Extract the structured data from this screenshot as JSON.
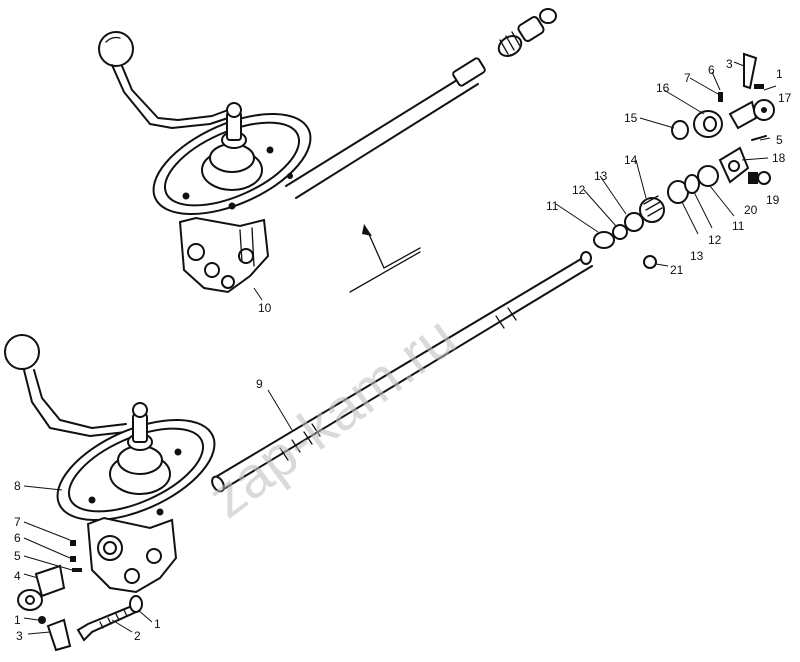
{
  "watermark": "zap-kam.ru",
  "corner_mark": "",
  "callouts": [
    {
      "id": "c1a",
      "text": "1"
    },
    {
      "id": "c1b",
      "text": "1"
    },
    {
      "id": "c1c",
      "text": "1"
    },
    {
      "id": "c2",
      "text": "2"
    },
    {
      "id": "c3a",
      "text": "3"
    },
    {
      "id": "c3b",
      "text": "3"
    },
    {
      "id": "c4",
      "text": "4"
    },
    {
      "id": "c5a",
      "text": "5"
    },
    {
      "id": "c5b",
      "text": "5"
    },
    {
      "id": "c6a",
      "text": "6"
    },
    {
      "id": "c6b",
      "text": "6"
    },
    {
      "id": "c7a",
      "text": "7"
    },
    {
      "id": "c7b",
      "text": "7"
    },
    {
      "id": "c8",
      "text": "8"
    },
    {
      "id": "c9",
      "text": "9"
    },
    {
      "id": "c10",
      "text": "10"
    },
    {
      "id": "c11a",
      "text": "11"
    },
    {
      "id": "c11b",
      "text": "11"
    },
    {
      "id": "c12a",
      "text": "12"
    },
    {
      "id": "c12b",
      "text": "12"
    },
    {
      "id": "c13a",
      "text": "13"
    },
    {
      "id": "c13b",
      "text": "13"
    },
    {
      "id": "c14",
      "text": "14"
    },
    {
      "id": "c15",
      "text": "15"
    },
    {
      "id": "c16",
      "text": "16"
    },
    {
      "id": "c17",
      "text": "17"
    },
    {
      "id": "c18",
      "text": "18"
    },
    {
      "id": "c19",
      "text": "19"
    },
    {
      "id": "c20",
      "text": "20"
    },
    {
      "id": "c21",
      "text": "21"
    }
  ]
}
